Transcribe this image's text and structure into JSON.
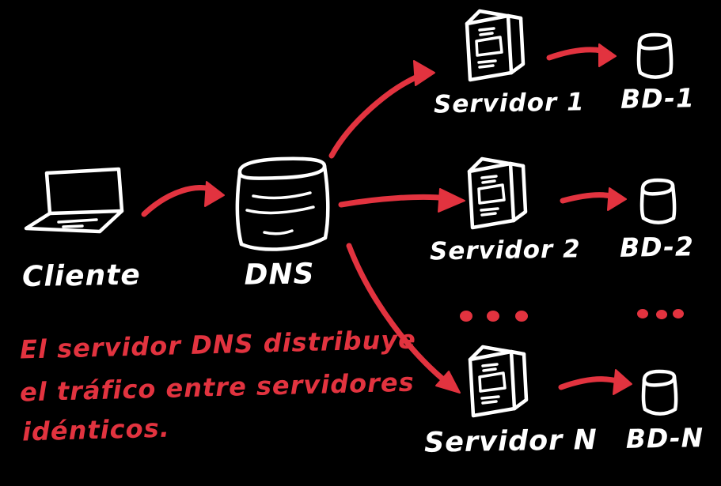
{
  "colors": {
    "background": "#000000",
    "ink": "#ffffff",
    "accent_red": "#e2333f"
  },
  "nodes": {
    "client": {
      "label": "Cliente"
    },
    "dns": {
      "label": "DNS"
    },
    "rows": [
      {
        "server": "Servidor 1",
        "db": "BD-1"
      },
      {
        "server": "Servidor 2",
        "db": "BD-2"
      },
      {
        "server": "Servidor N",
        "db": "BD-N"
      }
    ]
  },
  "note": {
    "lines": [
      "El servidor DNS distribuye",
      "el tráfico entre servidores",
      "idénticos."
    ]
  }
}
